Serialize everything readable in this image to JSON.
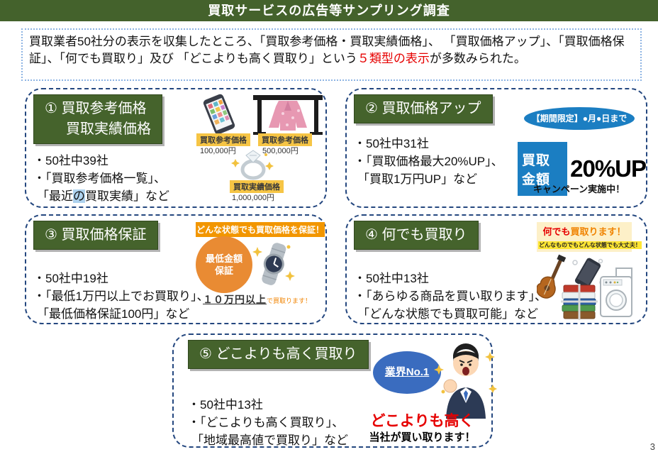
{
  "header": {
    "title": "買取サービスの広告等サンプリング調査"
  },
  "intro": {
    "text_before": "買取業者50社分の表示を収集したところ、「買取参考価格・買取実績価格」、 「買取価格アップ」、「買取価格保証」、「何でも買取り」及び 「どこよりも高く買取り」という",
    "highlight": "５類型の表示",
    "text_after": "が多数みられた。"
  },
  "box1": {
    "title_line1": "① 買取参考価格",
    "title_line2": "買取実績価格",
    "bullet1": "・50社中39社",
    "bullet2": "・「買取参考価格一覧」、",
    "bullet3_pre": "「最近",
    "bullet3_hl": "の",
    "bullet3_post": "買取実績」など",
    "label_phone": "買取参考価格",
    "price_phone": "100,000円",
    "label_kimono": "買取参考価格",
    "price_kimono": "500,000円",
    "label_ring": "買取実績価格",
    "price_ring": "1,000,000円"
  },
  "box2": {
    "title": "② 買取価格アップ",
    "bullet1": "・50社中31社",
    "bullet2": "・「買取価格最大20%UP」、",
    "bullet3": "「買取1万円UP」など",
    "period_badge": "【期間限定】●月●日まで",
    "amount_label": "買取金額",
    "up_text": "20%UP",
    "campaign_text": "キャンペーン実施中！"
  },
  "box3": {
    "title": "③ 買取価格保証",
    "bullet1": "・50社中19社",
    "bullet2": "・「最低1万円以上でお買取り」、",
    "bullet3": "「最低価格保証100円」など",
    "banner": "どんな状態でも買取価格を保証！",
    "circle_line1": "最低金額",
    "circle_line2": "保証",
    "price_main": "１０万円以上",
    "price_suffix": "で買取ります！"
  },
  "box4": {
    "title": "④ 何でも買取り",
    "bullet1": "・50社中13社",
    "bullet2": "・「あらゆる商品を買い取ります」、",
    "bullet3": "「どんな状態でも買取可能」など",
    "banner_red": "何でも",
    "banner_orange": "買取ります！",
    "banner_sub": "どんなものでもどんな状態でも大丈夫！"
  },
  "box5": {
    "title": "⑤ どこよりも高く買取り",
    "bullet1": "・50社中13社",
    "bullet2": "・「どこよりも高く買取り」、",
    "bullet3": "「地域最高値で買取り」など",
    "industry_badge": "業界No.1",
    "red_text": "どこよりも高く",
    "black_text": "当社が買い取ります！"
  },
  "footer": {
    "page_number": "3"
  },
  "colors": {
    "header_green": "#44622c",
    "box_border_navy": "#24477f",
    "intro_border_blue": "#8eb4e3",
    "accent_red": "#e60000",
    "label_yellow": "#f6c545",
    "campaign_blue": "#1b7ec2",
    "guarantee_orange": "#f29600",
    "no1_blue": "#3a6cbf"
  }
}
